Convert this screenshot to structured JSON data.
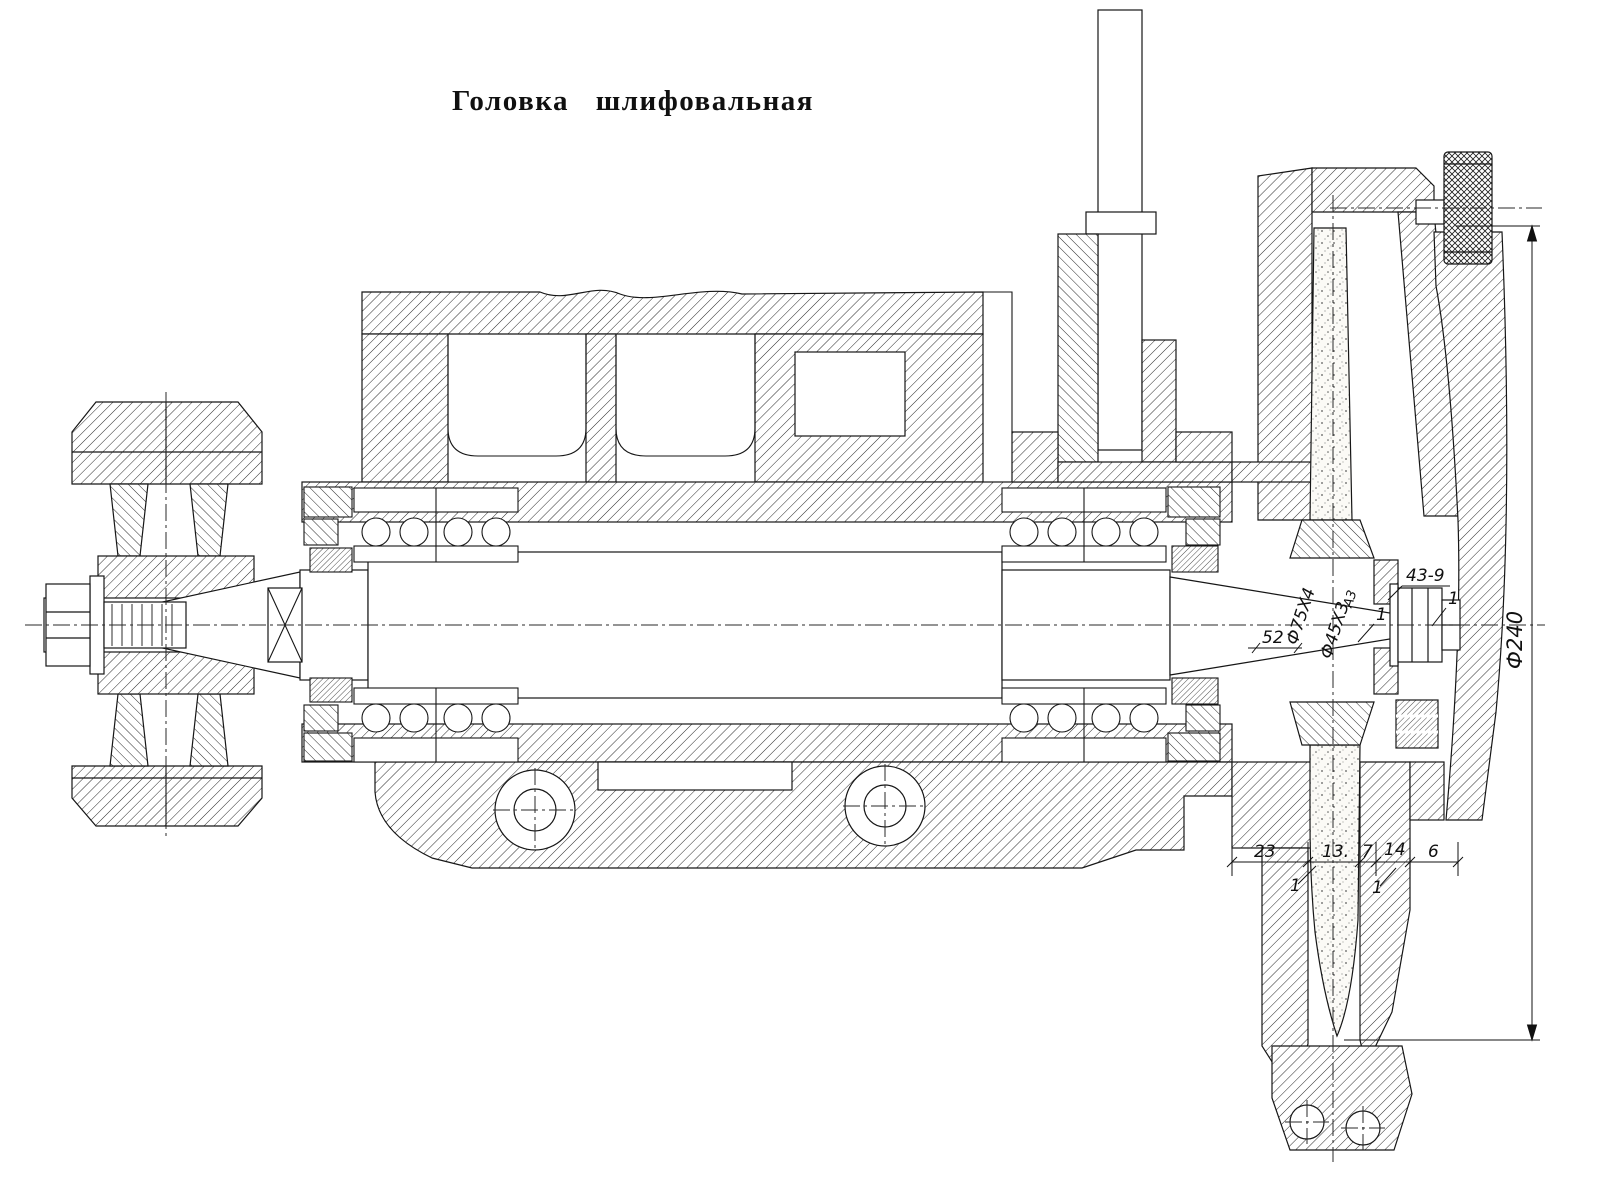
{
  "title": "Головка шлифовальная",
  "dims": {
    "d240": "Ф240",
    "d52": "52",
    "d75": "Ф75Х4",
    "d45": "Ф45Х3",
    "a3": "А3",
    "d439": "43-9",
    "d23": "23",
    "d13": "13.",
    "d7": "7",
    "d14": "14",
    "d6": "6",
    "one_taper": "1",
    "one_nut": "1",
    "one_bottom_left": "1",
    "one_bottom_right": "1"
  }
}
